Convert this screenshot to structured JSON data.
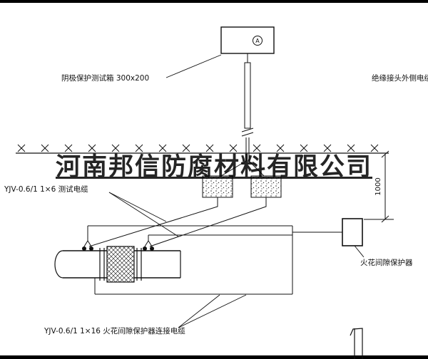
{
  "watermark": {
    "text": "河南邦信防腐材料有限公司"
  },
  "labels": {
    "test_box": "阴极保护测试箱 300x200",
    "right_cable": "绝缘接头外侧电缆",
    "test_cable": "YJV-0.6/1 1×6  测试电缆",
    "spark_gap": "火花间隙保护器",
    "bottom_cable": "YJV-0.6/1 1×16  火花间隙保护器连接电缆",
    "dimension": "1000",
    "ammeter": "A"
  },
  "colors": {
    "line": "#111111",
    "background": "#ffffff"
  }
}
